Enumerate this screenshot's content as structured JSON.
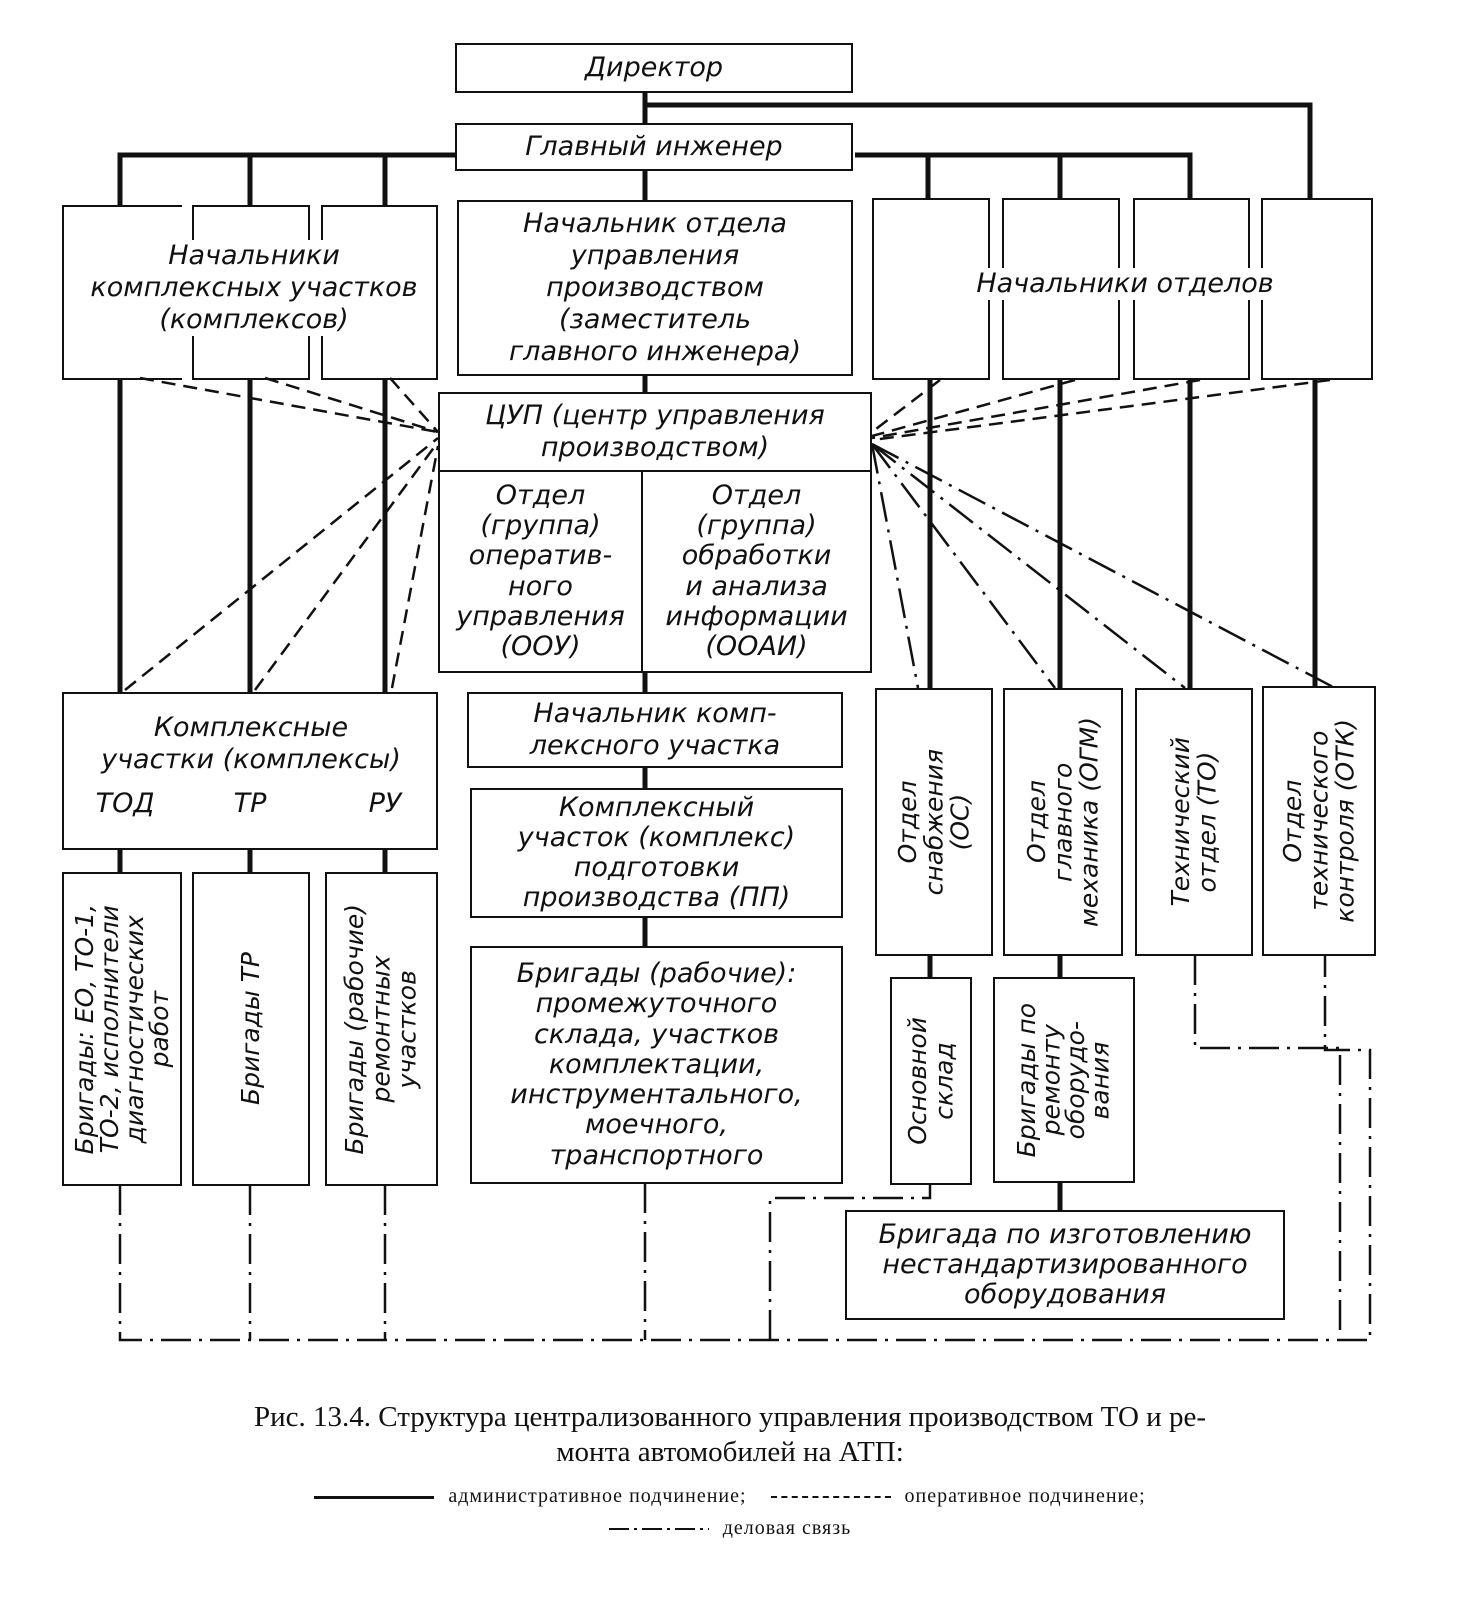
{
  "nodes": {
    "director": "Директор",
    "chief_engineer": "Главный инженер",
    "heads_complex_sections": "Начальники комплексных участков (комплексов)",
    "head_prod_mgmt_dept": [
      "Начальник отдела",
      "управления",
      "производством",
      "(заместитель",
      "главного инженера)"
    ],
    "heads_departments": "Начальники отделов",
    "cup": [
      "ЦУП (центр управления",
      "производством)"
    ],
    "oou": [
      "Отдел",
      "(группа)",
      "оператив-",
      "ного",
      "управления",
      "(ООУ)"
    ],
    "ooai": [
      "Отдел",
      "(группа)",
      "обработки",
      "и анализа",
      "информации",
      "(ООАИ)"
    ],
    "complex_sections": {
      "title": [
        "Комплексные",
        "участки (комплексы)"
      ],
      "sub": [
        "ТОД",
        "ТР",
        "РУ"
      ]
    },
    "head_complex_section": [
      "Начальник комп-",
      "лексного участка"
    ],
    "complex_prep": [
      "Комплексный",
      "участок (комплекс)",
      "подготовки",
      "производства (ПП)"
    ],
    "brigades_workers": [
      "Бригады (рабочие):",
      "промежуточного",
      "склада, участков",
      "комплектации,",
      "инструментального,",
      "моечного,",
      "транспортного"
    ],
    "brigades_tod": [
      "Бригады: ЕО, ТО-1,",
      "ТО-2, исполнители",
      "диагностических",
      "работ"
    ],
    "brigades_tr": "Бригады ТР",
    "brigades_ru": [
      "Бригады (рабочие)",
      "ремонтных",
      "участков"
    ],
    "dept_supply": [
      "Отдел",
      "снабжения",
      "(ОС)"
    ],
    "dept_chief_mechanic": [
      "Отдел",
      "главного",
      "механика (ОГМ)"
    ],
    "dept_technical": [
      "Технический",
      "отдел (ТО)"
    ],
    "dept_qc": [
      "Отдел",
      "технического",
      "контроля (ОТК)"
    ],
    "main_warehouse": [
      "Основной",
      "склад"
    ],
    "brigades_equipment_repair": [
      "Бригады по",
      "ремонту",
      "оборудо-",
      "вания"
    ],
    "brigade_nonstandard": [
      "Бригада по изготовлению",
      "нестандартизированного",
      "оборудования"
    ]
  },
  "caption": {
    "title_line1": "Рис. 13.4. Структура централизованного управления производством   ТО и ре-",
    "title_line2": "монта автомобилей на АТП:",
    "legend": [
      {
        "style": "solid",
        "label": "административное подчинение;"
      },
      {
        "style": "dashed",
        "label": "оперативное подчинение;"
      },
      {
        "style": "dash-dot",
        "label": "деловая связь"
      }
    ]
  }
}
